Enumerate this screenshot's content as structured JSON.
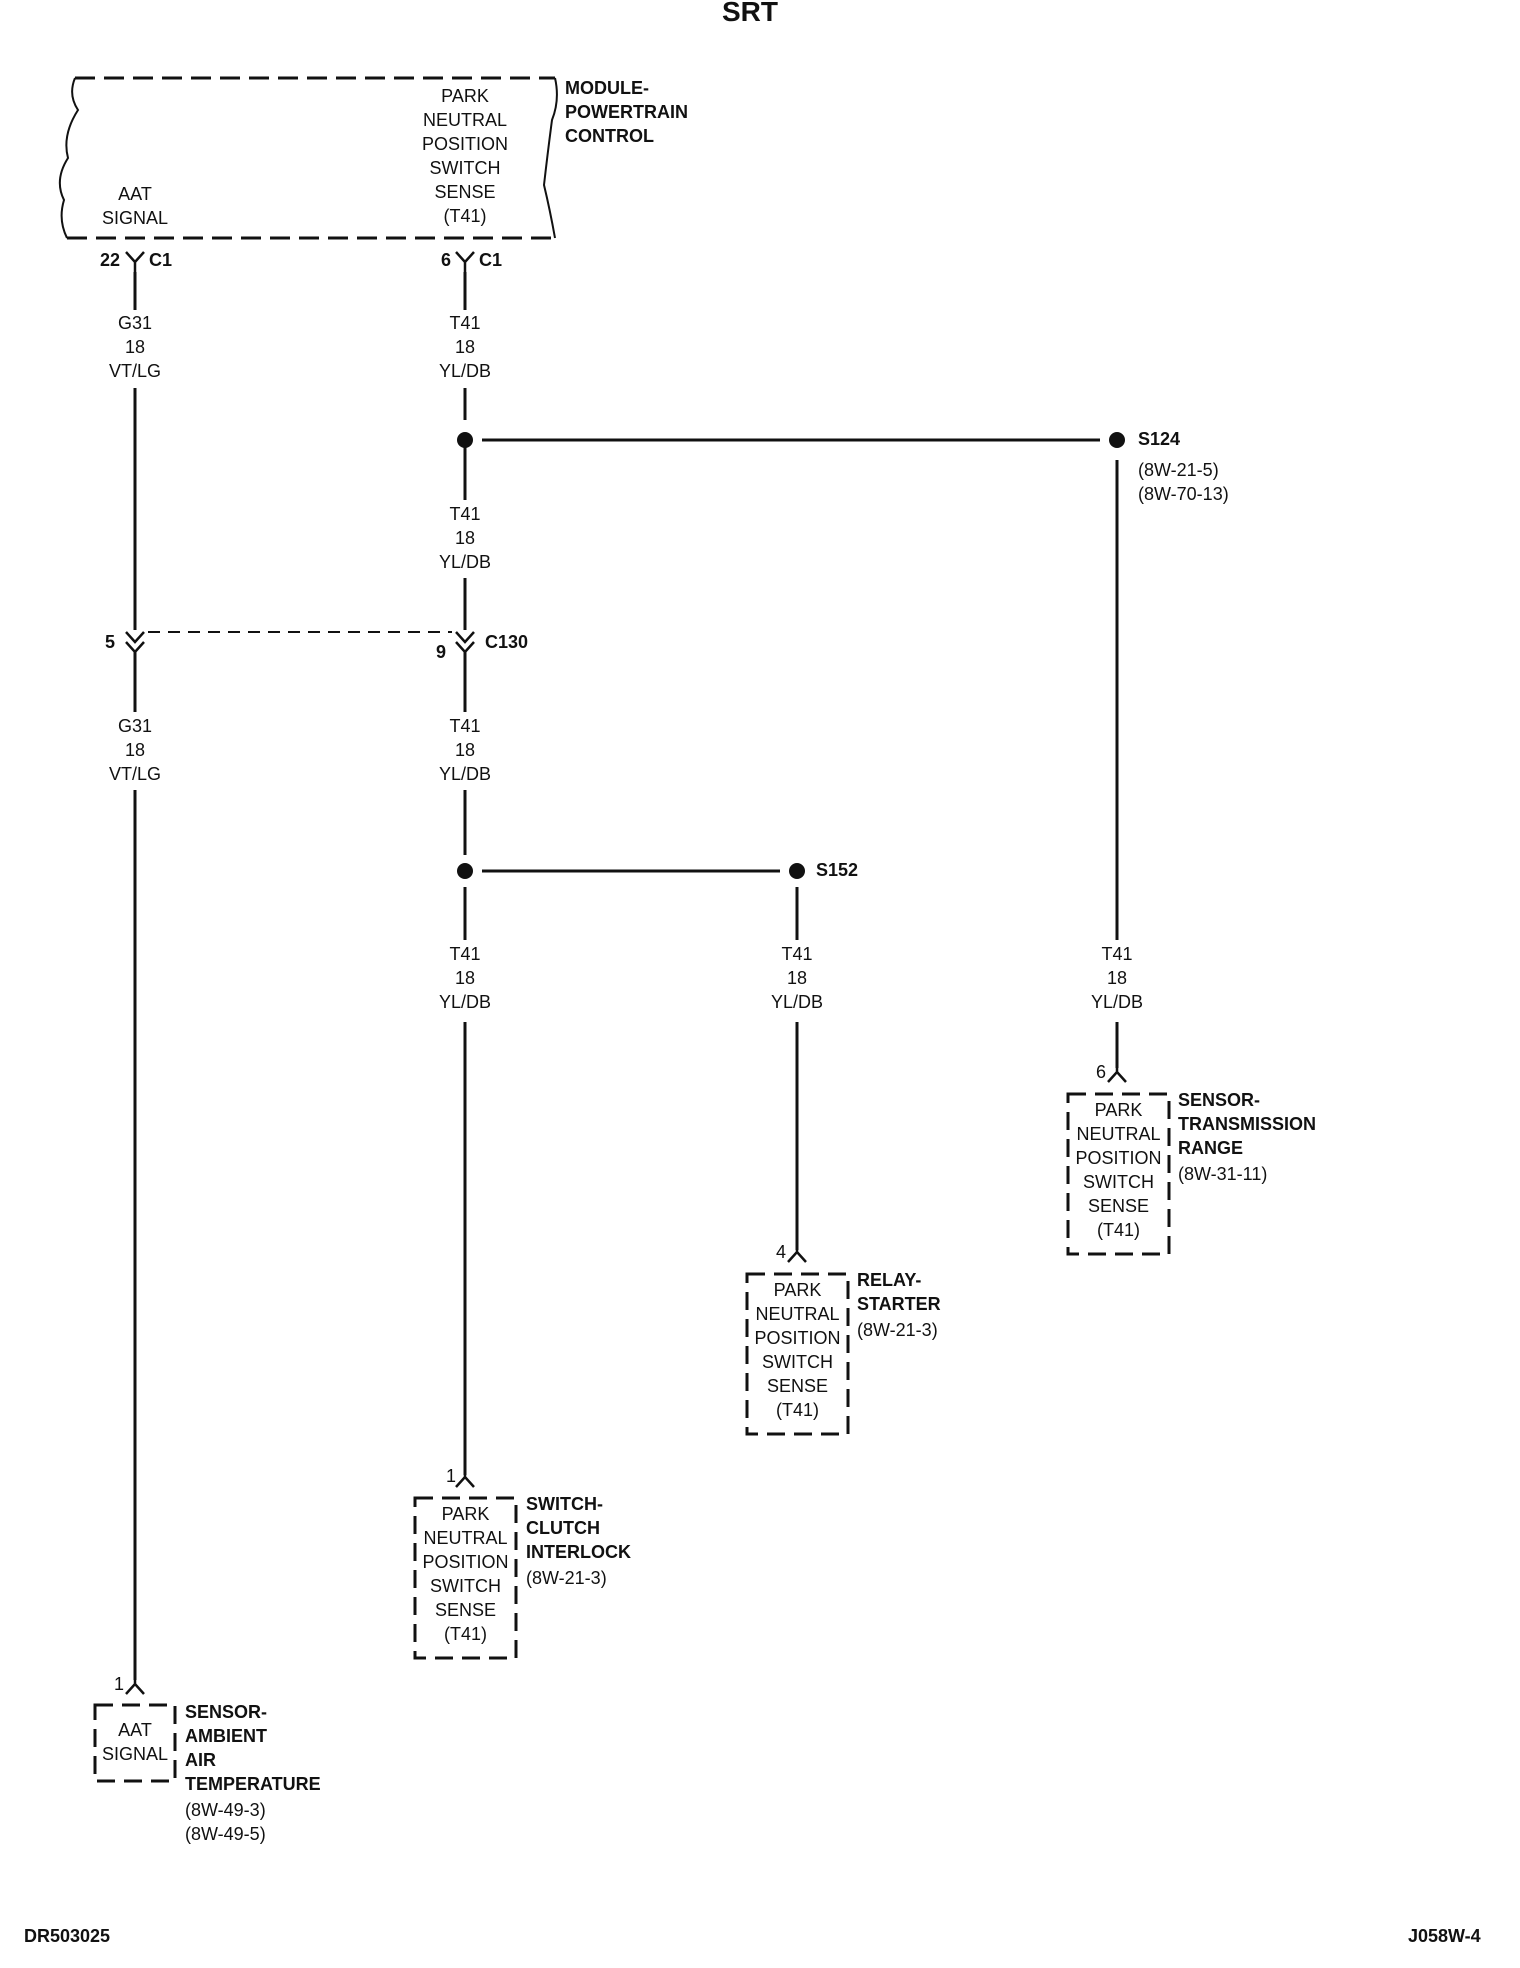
{
  "page": {
    "title": "SRT",
    "footer_left": "DR503025",
    "footer_right": "J058W-4"
  },
  "pcm": {
    "name": [
      "MODULE-",
      "POWERTRAIN",
      "CONTROL"
    ],
    "aat_pin_label": [
      "AAT",
      "SIGNAL"
    ],
    "pnp_pin_label": [
      "PARK",
      "NEUTRAL",
      "POSITION",
      "SWITCH",
      "SENSE",
      "(T41)"
    ],
    "aat_pin": "22",
    "aat_connector": "C1",
    "pnp_pin": "6",
    "pnp_connector": "C1"
  },
  "wires": {
    "g31_upper": [
      "G31",
      "18",
      "VT/LG"
    ],
    "t41_upper": [
      "T41",
      "18",
      "YL/DB"
    ],
    "t41_mid": [
      "T41",
      "18",
      "YL/DB"
    ],
    "g31_lower": [
      "G31",
      "18",
      "VT/LG"
    ],
    "t41_lower": [
      "T41",
      "18",
      "YL/DB"
    ],
    "t41_clutch": [
      "T41",
      "18",
      "YL/DB"
    ],
    "t41_relay": [
      "T41",
      "18",
      "YL/DB"
    ],
    "t41_trs": [
      "T41",
      "18",
      "YL/DB"
    ]
  },
  "splices": {
    "s124": {
      "name": "S124",
      "refs": [
        "(8W-21-5)",
        "(8W-70-13)"
      ]
    },
    "s152": {
      "name": "S152"
    }
  },
  "connector_c130": {
    "name": "C130",
    "pin_g31": "5",
    "pin_t41": "9"
  },
  "components": {
    "trs": {
      "pin": "6",
      "pin_label": [
        "PARK",
        "NEUTRAL",
        "POSITION",
        "SWITCH",
        "SENSE",
        "(T41)"
      ],
      "name": [
        "SENSOR-",
        "TRANSMISSION",
        "RANGE"
      ],
      "refs": [
        "(8W-31-11)"
      ]
    },
    "relay": {
      "pin": "4",
      "pin_label": [
        "PARK",
        "NEUTRAL",
        "POSITION",
        "SWITCH",
        "SENSE",
        "(T41)"
      ],
      "name": [
        "RELAY-",
        "STARTER"
      ],
      "refs": [
        "(8W-21-3)"
      ]
    },
    "clutch": {
      "pin": "1",
      "pin_label": [
        "PARK",
        "NEUTRAL",
        "POSITION",
        "SWITCH",
        "SENSE",
        "(T41)"
      ],
      "name": [
        "SWITCH-",
        "CLUTCH",
        "INTERLOCK"
      ],
      "refs": [
        "(8W-21-3)"
      ]
    },
    "aat": {
      "pin": "1",
      "pin_label": [
        "AAT",
        "SIGNAL"
      ],
      "name": [
        "SENSOR-",
        "AMBIENT",
        "AIR",
        "TEMPERATURE"
      ],
      "refs": [
        "(8W-49-3)",
        "(8W-49-5)"
      ]
    }
  }
}
